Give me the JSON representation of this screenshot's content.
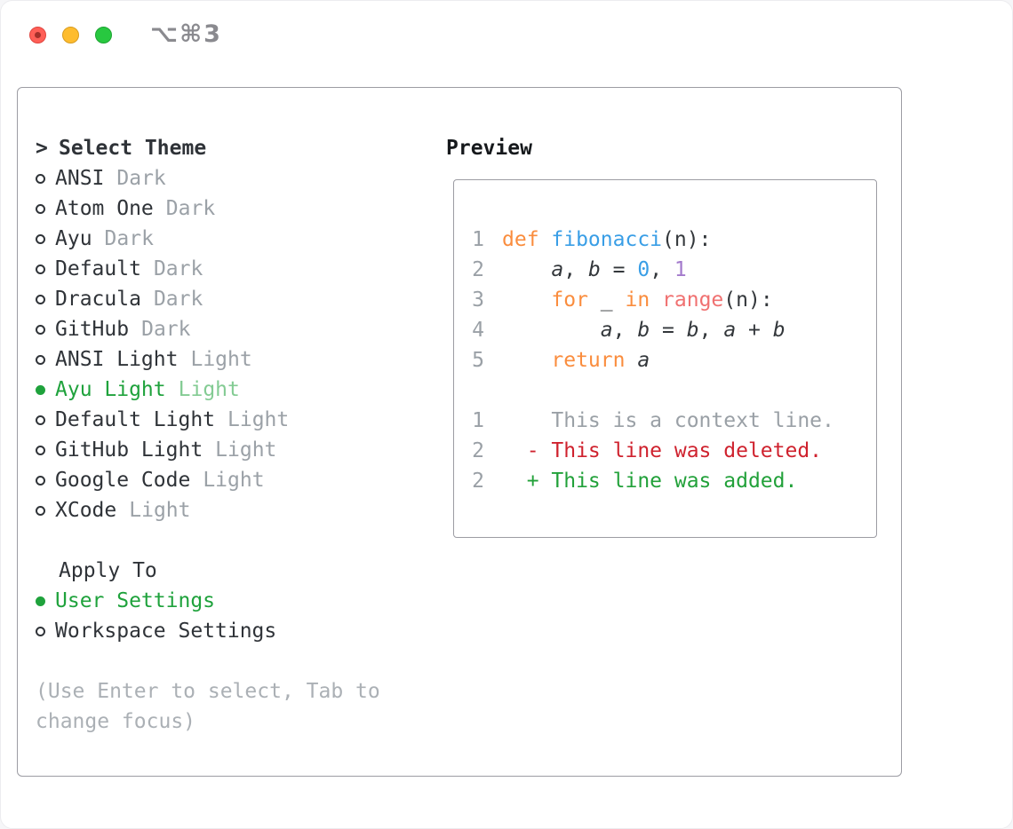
{
  "window": {
    "title": "⌥⌘3"
  },
  "colors": {
    "text": "#33373b",
    "gray": "#9aa0a6",
    "orange": "#fa8d3e",
    "blue": "#399ee6",
    "coral": "#f07171",
    "purple": "#a37acc",
    "red": "#cf222e",
    "green": "#22a13a",
    "ui_green": "#1fa23c",
    "hint_gray": "#abb0b5",
    "border_gray": "#9c9ca3"
  },
  "theme_list": {
    "prompt": ">",
    "title": "Select Theme",
    "items": [
      {
        "name": "ANSI",
        "variant": "Dark",
        "selected": false
      },
      {
        "name": "Atom One",
        "variant": "Dark",
        "selected": false
      },
      {
        "name": "Ayu",
        "variant": "Dark",
        "selected": false
      },
      {
        "name": "Default",
        "variant": "Dark",
        "selected": false
      },
      {
        "name": "Dracula",
        "variant": "Dark",
        "selected": false
      },
      {
        "name": "GitHub",
        "variant": "Dark",
        "selected": false
      },
      {
        "name": "ANSI Light",
        "variant": "Light",
        "selected": false
      },
      {
        "name": "Ayu Light",
        "variant": "Light",
        "selected": true
      },
      {
        "name": "Default Light",
        "variant": "Light",
        "selected": false
      },
      {
        "name": "GitHub Light",
        "variant": "Light",
        "selected": false
      },
      {
        "name": "Google Code",
        "variant": "Light",
        "selected": false
      },
      {
        "name": "XCode",
        "variant": "Light",
        "selected": false
      }
    ]
  },
  "apply_to": {
    "title": "Apply To",
    "items": [
      {
        "label": "User Settings",
        "selected": true
      },
      {
        "label": "Workspace Settings",
        "selected": false
      }
    ]
  },
  "hint": {
    "line1": "(Use Enter to select, Tab to",
    "line2": "change focus)"
  },
  "preview": {
    "title": "Preview",
    "code_lines": [
      {
        "num": "1",
        "tokens": [
          {
            "t": "def ",
            "c": "orange"
          },
          {
            "t": "fibonacci",
            "c": "blue"
          },
          {
            "t": "(n):",
            "c": "text"
          }
        ]
      },
      {
        "num": "2",
        "tokens": [
          {
            "t": "    ",
            "c": "text"
          },
          {
            "t": "a",
            "c": "text",
            "i": true
          },
          {
            "t": ", ",
            "c": "text"
          },
          {
            "t": "b",
            "c": "text",
            "i": true
          },
          {
            "t": " = ",
            "c": "text"
          },
          {
            "t": "0",
            "c": "blue"
          },
          {
            "t": ", ",
            "c": "text"
          },
          {
            "t": "1",
            "c": "purple"
          }
        ]
      },
      {
        "num": "3",
        "tokens": [
          {
            "t": "    ",
            "c": "text"
          },
          {
            "t": "for",
            "c": "orange"
          },
          {
            "t": " _ ",
            "c": "text"
          },
          {
            "t": "in",
            "c": "orange"
          },
          {
            "t": " ",
            "c": "text"
          },
          {
            "t": "range",
            "c": "coral"
          },
          {
            "t": "(n):",
            "c": "text"
          }
        ]
      },
      {
        "num": "4",
        "tokens": [
          {
            "t": "        ",
            "c": "text"
          },
          {
            "t": "a",
            "c": "text",
            "i": true
          },
          {
            "t": ", ",
            "c": "text"
          },
          {
            "t": "b",
            "c": "text",
            "i": true
          },
          {
            "t": " = ",
            "c": "text"
          },
          {
            "t": "b",
            "c": "text",
            "i": true
          },
          {
            "t": ", ",
            "c": "text"
          },
          {
            "t": "a",
            "c": "text",
            "i": true
          },
          {
            "t": " + ",
            "c": "text"
          },
          {
            "t": "b",
            "c": "text",
            "i": true
          }
        ]
      },
      {
        "num": "5",
        "tokens": [
          {
            "t": "    ",
            "c": "text"
          },
          {
            "t": "return",
            "c": "orange"
          },
          {
            "t": " ",
            "c": "text"
          },
          {
            "t": "a",
            "c": "text",
            "i": true
          }
        ]
      },
      {
        "num": "",
        "tokens": []
      },
      {
        "num": "1",
        "tokens": [
          {
            "t": "    This is a context line.",
            "c": "gray"
          }
        ]
      },
      {
        "num": "2",
        "tokens": [
          {
            "t": "  - This line was deleted.",
            "c": "red"
          }
        ]
      },
      {
        "num": "2",
        "tokens": [
          {
            "t": "  + This line was added.",
            "c": "green"
          }
        ]
      }
    ]
  }
}
